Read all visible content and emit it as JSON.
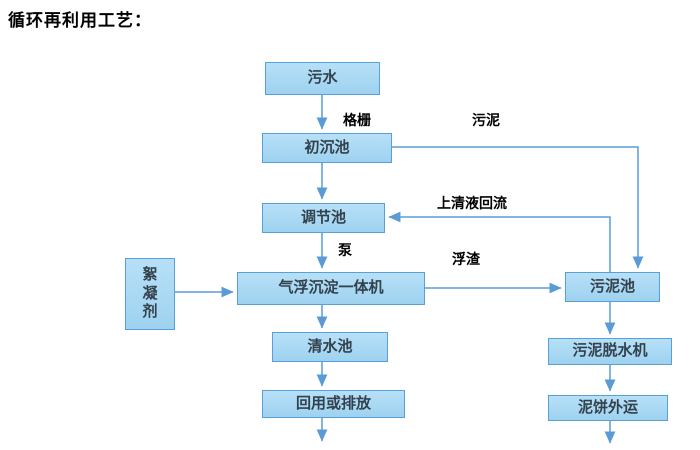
{
  "title": "循环再利用工艺：",
  "colors": {
    "box_fill": "#a5d5f0",
    "box_border": "#58a0d8",
    "arrow": "#5b9bd5",
    "box_text": "#33414d",
    "label_text": "#000000"
  },
  "flowchart": {
    "nodes": {
      "sewage": {
        "label": "污水"
      },
      "primary_tank": {
        "label": "初沉池"
      },
      "regulating_tank": {
        "label": "调节池"
      },
      "flocculant": {
        "label": "絮凝剂"
      },
      "air_flotation_unit": {
        "label": "气浮沉淀一体机"
      },
      "clean_water_tank": {
        "label": "清水池"
      },
      "reuse_or_discharge": {
        "label": "回用或排放"
      },
      "sludge_tank": {
        "label": "污泥池"
      },
      "sludge_dewatering": {
        "label": "污泥脱水机"
      },
      "mud_cake_out": {
        "label": "泥饼外运"
      }
    },
    "edge_labels": {
      "grid": "格栅",
      "sludge": "污泥",
      "supernatant_reflux": "上清液回流",
      "pump": "泵",
      "scum": "浮渣"
    },
    "edges": [
      {
        "from": "sewage",
        "to": "primary_tank",
        "label": "格栅"
      },
      {
        "from": "primary_tank",
        "to": "regulating_tank",
        "label": ""
      },
      {
        "from": "primary_tank",
        "to": "sludge_tank",
        "label": "污泥"
      },
      {
        "from": "sludge_tank",
        "to": "regulating_tank",
        "label": "上清液回流"
      },
      {
        "from": "regulating_tank",
        "to": "air_flotation_unit",
        "label": "泵"
      },
      {
        "from": "flocculant",
        "to": "air_flotation_unit",
        "label": ""
      },
      {
        "from": "air_flotation_unit",
        "to": "sludge_tank",
        "label": "浮渣"
      },
      {
        "from": "air_flotation_unit",
        "to": "clean_water_tank",
        "label": ""
      },
      {
        "from": "clean_water_tank",
        "to": "reuse_or_discharge",
        "label": ""
      },
      {
        "from": "reuse_or_discharge",
        "to": "out",
        "label": ""
      },
      {
        "from": "sludge_tank",
        "to": "sludge_dewatering",
        "label": ""
      },
      {
        "from": "sludge_dewatering",
        "to": "mud_cake_out",
        "label": ""
      },
      {
        "from": "mud_cake_out",
        "to": "out",
        "label": ""
      }
    ]
  }
}
